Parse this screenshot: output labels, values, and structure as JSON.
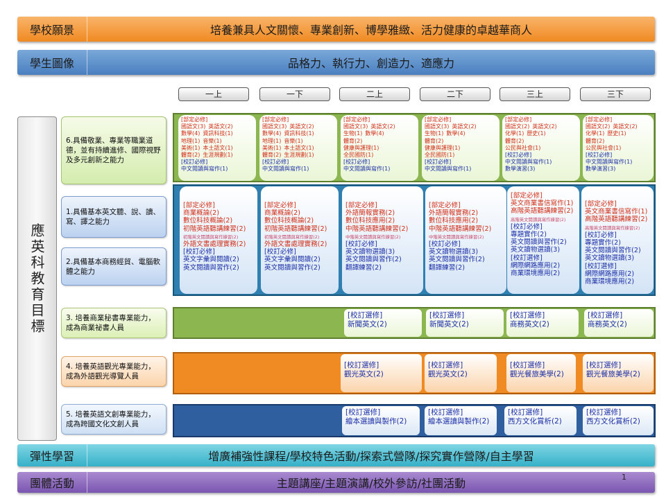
{
  "bands": {
    "vision": {
      "label": "學校願景",
      "text": "培養兼具人文關懷、專業創新、博學雅緻、活力健康的卓越華商人"
    },
    "portrait": {
      "label": "學生圖像",
      "text": "品格力、執行力、創造力、適應力"
    },
    "flex": {
      "label": "彈性學習",
      "text": "增廣補強性課程/學校特色活動/探索式營隊/探究實作營隊/自主學習"
    },
    "group": {
      "label": "團體活動",
      "text": "主題講座/主題演講/校外參訪/社團活動"
    }
  },
  "semesters": [
    "一上",
    "一下",
    "二上",
    "二下",
    "三上",
    "三下"
  ],
  "vertical_title": "應英科教育目標",
  "goals": {
    "g6": "6.具備敬業、專業等職業道德，並有持續進修、國際視野及多元創新之能力",
    "g1": "1.具備基本英文聽、說、讀、寫、譯之能力",
    "g2": "2.具備基本商務經貿、電腦軟體之能力",
    "g3": "3. 培養商業秘書專業能力，成為商業祕書人員",
    "g4": "4. 培養英語觀光專業能力，成為外語觀光導覽人員",
    "g5": "5. 培養英語文創專業能力，成為跨國文化文創人員"
  },
  "row6": [
    [
      {
        "t": "[部定必修]",
        "c": "r"
      },
      {
        "t": "國語文(3)",
        "c": "r",
        "t2": "英語文(2)"
      },
      {
        "t": "數學(4)",
        "c": "r",
        "t2": "資訊科技(1)"
      },
      {
        "t": "地理(1)",
        "c": "r",
        "t2": "音樂(1)"
      },
      {
        "t": "美術(1)",
        "c": "r",
        "t2": "本土語文(1)"
      },
      {
        "t": "體育(2)",
        "c": "r",
        "t2": "生涯規劃(1)"
      },
      {
        "t": "[校訂必修]",
        "c": "b"
      },
      {
        "t": "中文閱讀與寫作(1)",
        "c": "b"
      }
    ],
    [
      {
        "t": "[部定必修]",
        "c": "r"
      },
      {
        "t": "國語文(3)",
        "c": "r",
        "t2": "英語文(2)"
      },
      {
        "t": "數學(4)",
        "c": "r",
        "t2": "資訊科技(1)"
      },
      {
        "t": "地理(1)",
        "c": "r",
        "t2": "音樂(1)"
      },
      {
        "t": "美術(1)",
        "c": "r",
        "t2": "本土語文(1)"
      },
      {
        "t": "體育(2)",
        "c": "r",
        "t2": "生涯規劃(1)"
      },
      {
        "t": "[校訂必修]",
        "c": "b"
      },
      {
        "t": "中文閱讀與寫作(1)",
        "c": "b"
      }
    ],
    [
      {
        "t": "[部定必修]",
        "c": "r"
      },
      {
        "t": "國語文(3)",
        "c": "r",
        "t2": "英語文(2)"
      },
      {
        "t": "生物(1)",
        "c": "r",
        "t2": "數學(4)"
      },
      {
        "t": "體育(2)",
        "c": "r"
      },
      {
        "t": "健康與護理(1)",
        "c": "r"
      },
      {
        "t": "全民國防(1)",
        "c": "r"
      },
      {
        "t": "[校訂必修]",
        "c": "b"
      },
      {
        "t": "中文閱讀與寫作(1)",
        "c": "b"
      }
    ],
    [
      {
        "t": "[部定必修]",
        "c": "r"
      },
      {
        "t": "國語文(3)",
        "c": "r",
        "t2": "英語文(2)"
      },
      {
        "t": "生物(1)",
        "c": "r",
        "t2": "數學(4)"
      },
      {
        "t": "體育(2)",
        "c": "r"
      },
      {
        "t": "健康與護理(1)",
        "c": "r"
      },
      {
        "t": "全民國防(1)",
        "c": "r"
      },
      {
        "t": "[校訂必修]",
        "c": "b"
      },
      {
        "t": "中文閱讀與寫作(1)",
        "c": "b"
      }
    ],
    [
      {
        "t": "[部定必修]",
        "c": "r"
      },
      {
        "t": "國語文(2)",
        "c": "r",
        "t2": "英語文(2)"
      },
      {
        "t": "化學(1)",
        "c": "r",
        "t2": "歷史(1)"
      },
      {
        "t": "體育(2)",
        "c": "r"
      },
      {
        "t": "公民與社會(1)",
        "c": "r"
      },
      {
        "t": "[校訂必修]",
        "c": "b"
      },
      {
        "t": "中文閱讀與寫作(1)",
        "c": "b"
      },
      {
        "t": "數學演習(3)",
        "c": "b"
      }
    ],
    [
      {
        "t": "[部定必修]",
        "c": "r"
      },
      {
        "t": "國語文(2)",
        "c": "r",
        "t2": "英語文(2)"
      },
      {
        "t": "化學(1)",
        "c": "r",
        "t2": "歷史(1)"
      },
      {
        "t": "體育(2)",
        "c": "r"
      },
      {
        "t": "公民與社會(1)",
        "c": "r"
      },
      {
        "t": "[校訂必修]",
        "c": "b"
      },
      {
        "t": "中文閱讀與寫作(1)",
        "c": "b"
      },
      {
        "t": "數學演習(3)",
        "c": "b"
      }
    ]
  ],
  "row12": [
    [
      {
        "t": "[部定必修]",
        "c": "r"
      },
      {
        "t": "商業概論(2)",
        "c": "r"
      },
      {
        "t": "數位科技概論(2)",
        "c": "r"
      },
      {
        "t": "初階英語聽講練習(2)",
        "c": "r"
      },
      {
        "t": "初階英文閱讀與寫作練習(2)",
        "c": "tiny"
      },
      {
        "t": "外語文書處理實務(2)",
        "c": "r"
      },
      {
        "t": "[校訂必修]",
        "c": "b"
      },
      {
        "t": "英文字彙與閱讀(2)",
        "c": "b"
      },
      {
        "t": "英文閱讀與習作(2)",
        "c": "b"
      }
    ],
    [
      {
        "t": "[部定必修]",
        "c": "r"
      },
      {
        "t": "商業概論(2)",
        "c": "r"
      },
      {
        "t": "數位科技概論(2)",
        "c": "r"
      },
      {
        "t": "初階英語聽講練習(2)",
        "c": "r"
      },
      {
        "t": "初階英文閱讀與寫作練習(2)",
        "c": "tiny"
      },
      {
        "t": "外語文書處理實務(2)",
        "c": "r"
      },
      {
        "t": "[校訂必修]",
        "c": "b"
      },
      {
        "t": "英文字彙與閱讀(2)",
        "c": "b"
      },
      {
        "t": "英文閱讀與習作(2)",
        "c": "b"
      }
    ],
    [
      {
        "t": "[部定必修]",
        "c": "r"
      },
      {
        "t": "外語簡報實務(2)",
        "c": "r"
      },
      {
        "t": "數位科技應用(2)",
        "c": "r"
      },
      {
        "t": "中階英語聽講練習(2)",
        "c": "r"
      },
      {
        "t": "中階英文閱讀與寫作練習(2)",
        "c": "tiny"
      },
      {
        "t": "[校訂必修]",
        "c": "b"
      },
      {
        "t": "英文讀物選讀(3)",
        "c": "b"
      },
      {
        "t": "英文閱讀與習作(2)",
        "c": "b"
      },
      {
        "t": "翻譯練習(2)",
        "c": "b"
      }
    ],
    [
      {
        "t": "[部定必修]",
        "c": "r"
      },
      {
        "t": "外語簡報實務(2)",
        "c": "r"
      },
      {
        "t": "數位科技應用(2)",
        "c": "r"
      },
      {
        "t": "中階英語聽講練習(2)",
        "c": "r"
      },
      {
        "t": "中階英文閱讀與寫作練習(2)",
        "c": "tiny"
      },
      {
        "t": "[校訂必修]",
        "c": "b"
      },
      {
        "t": "英文讀物選讀(3)",
        "c": "b"
      },
      {
        "t": "英文閱讀與習作(2)",
        "c": "b"
      },
      {
        "t": "翻譯練習(2)",
        "c": "b"
      }
    ],
    [
      {
        "t": "[部定必修]",
        "c": "r"
      },
      {
        "t": "英文商業書信寫作(1)",
        "c": "r"
      },
      {
        "t": "高階英語聽講練習(2)",
        "c": "r"
      },
      {
        "t": "高階英文閱讀與寫作練習(2)",
        "c": "tiny"
      },
      {
        "t": "[校訂必修]",
        "c": "b"
      },
      {
        "t": "專題實作(2)",
        "c": "b"
      },
      {
        "t": "英文閱讀與習作(2)",
        "c": "b"
      },
      {
        "t": "英文讀物選讀(3)",
        "c": "b"
      },
      {
        "t": "[校訂選修]",
        "c": "b"
      },
      {
        "t": "網際網路應用(2)",
        "c": "b"
      },
      {
        "t": "商業環境應用(2)",
        "c": "b"
      }
    ],
    [
      {
        "t": "[部定必修]",
        "c": "r"
      },
      {
        "t": "英文商業書信寫作(1)",
        "c": "r"
      },
      {
        "t": "高階英語聽講練習(2)",
        "c": "r"
      },
      {
        "t": "高階英文閱讀與寫作練習(2)",
        "c": "tiny"
      },
      {
        "t": "[校訂必修]",
        "c": "b"
      },
      {
        "t": "專題實作(2)",
        "c": "b"
      },
      {
        "t": "英文閱讀與習作(2)",
        "c": "b"
      },
      {
        "t": "英文讀物選讀(3)",
        "c": "b"
      },
      {
        "t": "[校訂選修]",
        "c": "b"
      },
      {
        "t": "網際網路應用(2)",
        "c": "b"
      },
      {
        "t": "商業環境應用(2)",
        "c": "b"
      }
    ]
  ],
  "row3": [
    [
      {
        "t": "[校訂選修]",
        "c": "b"
      },
      {
        "t": "新聞英文(2)",
        "c": "b"
      }
    ],
    [
      {
        "t": "[校訂選修]",
        "c": "b"
      },
      {
        "t": "新聞英文(2)",
        "c": "b"
      }
    ],
    [
      {
        "t": "[校訂選修]",
        "c": "b"
      },
      {
        "t": "商務英文(2)",
        "c": "b"
      }
    ],
    [
      {
        "t": "[校訂選修]",
        "c": "b"
      },
      {
        "t": "商務英文(2)",
        "c": "b"
      }
    ]
  ],
  "row4": [
    [
      {
        "t": "[校訂選修]",
        "c": "b"
      },
      {
        "t": "觀光英文(2)",
        "c": "b"
      }
    ],
    [
      {
        "t": "[校訂選修]",
        "c": "b"
      },
      {
        "t": "觀光英文(2)",
        "c": "b"
      }
    ],
    [
      {
        "t": "[校訂選修]",
        "c": "b"
      },
      {
        "t": "觀光餐旅美學(2)",
        "c": "b"
      }
    ],
    [
      {
        "t": "[校訂選修]",
        "c": "b"
      },
      {
        "t": "觀光餐旅美學(2)",
        "c": "b"
      }
    ]
  ],
  "row5": [
    [
      {
        "t": "[校訂選修]",
        "c": "b"
      },
      {
        "t": "繪本選讀與製作(2)",
        "c": "b"
      }
    ],
    [
      {
        "t": "[校訂選修]",
        "c": "b"
      },
      {
        "t": "繪本選讀與製作(2)",
        "c": "b"
      }
    ],
    [
      {
        "t": "[校訂選修]",
        "c": "b"
      },
      {
        "t": "西方文化賞析(2)",
        "c": "b"
      }
    ],
    [
      {
        "t": "[校訂選修]",
        "c": "b"
      },
      {
        "t": "西方文化賞析(2)",
        "c": "b"
      }
    ]
  ],
  "page_number": "1",
  "colors": {
    "vision": "#f08a22",
    "portrait": "#4a7fc0",
    "flex": "#36b0c8",
    "group": "#7a55b0"
  }
}
